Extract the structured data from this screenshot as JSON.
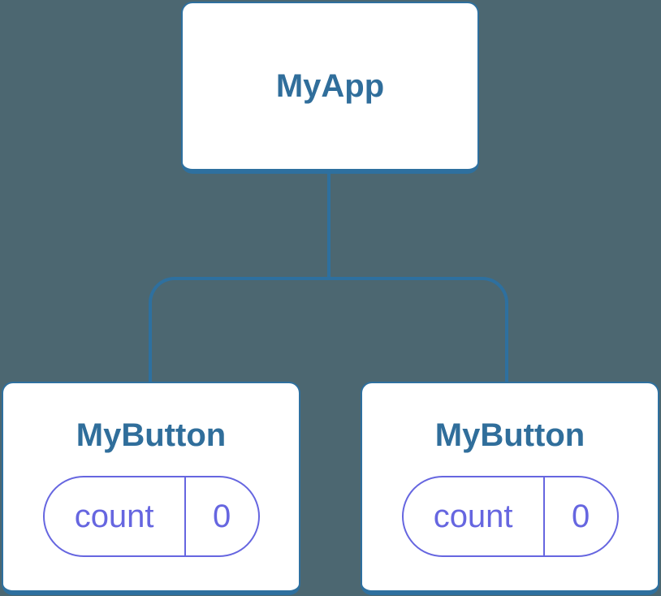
{
  "diagram": {
    "description": "React component tree with shared state",
    "colors": {
      "background": "#4C6771",
      "line_blue": "#2E709F",
      "card_background": "#FFFFFF",
      "title_text_blue": "#306E9B",
      "state_purple": "#6666E0"
    },
    "tree": {
      "root": {
        "label": "MyApp"
      },
      "children": [
        {
          "label": "MyButton",
          "state": {
            "key": "count",
            "value": "0"
          }
        },
        {
          "label": "MyButton",
          "state": {
            "key": "count",
            "value": "0"
          }
        }
      ]
    }
  }
}
